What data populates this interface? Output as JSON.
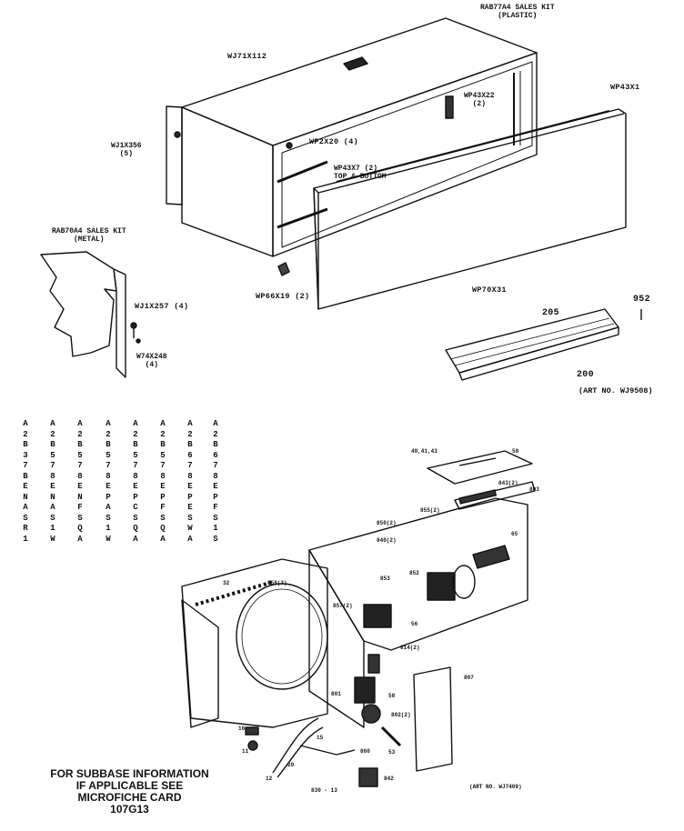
{
  "upper_labels": {
    "rab77a4_line1": "RAB77A4 SALES KIT",
    "rab77a4_line2": "(PLASTIC)",
    "wj71x112": "WJ71X112",
    "wp43x22_line1": "WP43X22",
    "wp43x22_line2": "(2)",
    "wp43x1": "WP43X1",
    "wj1x356_line1": "WJ1X356",
    "wj1x356_line2": "(5)",
    "wp2x20": "WP2X20 (4)",
    "wp43x7_line1": "WP43X7 (2)",
    "wp43x7_line2": "TOP & BOTTOM",
    "rab70a4_line1": "RAB70A4 SALES KIT",
    "rab70a4_line2": "(METAL)",
    "wp66x19": "WP66X19 (2)",
    "wp70x31": "WP70X31",
    "wj1x257": "WJ1X257 (4)",
    "w74x248_line1": "W74X248",
    "w74x248_line2": "(4)",
    "n952": "952",
    "n205": "205",
    "n200": "200",
    "art_upper": "(ART NO. WJ9508)"
  },
  "model_columns": [
    [
      "A",
      "2",
      "B",
      "3",
      "7",
      "B",
      "E",
      "N",
      "A",
      "S",
      "R",
      "1"
    ],
    [
      "A",
      "2",
      "B",
      "5",
      "7",
      "8",
      "E",
      "N",
      "A",
      "S",
      "1",
      "W"
    ],
    [
      "A",
      "2",
      "B",
      "5",
      "7",
      "8",
      "E",
      "N",
      "F",
      "S",
      "Q",
      "A"
    ],
    [
      "A",
      "2",
      "B",
      "5",
      "7",
      "8",
      "E",
      "P",
      "A",
      "S",
      "1",
      "W"
    ],
    [
      "A",
      "2",
      "B",
      "5",
      "7",
      "8",
      "E",
      "P",
      "C",
      "S",
      "Q",
      "A"
    ],
    [
      "A",
      "2",
      "B",
      "5",
      "7",
      "8",
      "E",
      "P",
      "F",
      "S",
      "Q",
      "A"
    ],
    [
      "A",
      "2",
      "B",
      "6",
      "7",
      "8",
      "E",
      "P",
      "E",
      "S",
      "W",
      "A"
    ],
    [
      "A",
      "2",
      "B",
      "6",
      "7",
      "8",
      "E",
      "P",
      "F",
      "S",
      "1",
      "S"
    ]
  ],
  "lower_labels": {
    "top_parts": "40,41,43",
    "p59": "59",
    "p843": "843(2)",
    "p803": "803",
    "p855a": "855(2)",
    "p850": "850(2)",
    "p840": "840(2)",
    "p65": "65",
    "p858": "858(3)",
    "p853": "853",
    "p852": "852",
    "p32": "32",
    "p857": "857(2)",
    "p56": "56",
    "p814": "814(2)",
    "p807": "807",
    "p58": "58",
    "p801": "801",
    "p802": "802(2)",
    "p53": "53",
    "p16": "16",
    "p20": "20",
    "p15": "15",
    "p860": "860",
    "p842": "842",
    "p12": "12",
    "p11": "11",
    "p830": "830 - 13",
    "art_lower": "(ART NO. WJ7409)"
  },
  "footer": {
    "line1": "FOR SUBBASE INFORMATION",
    "line2": "IF APPLICABLE SEE",
    "line3": "MICROFICHE CARD",
    "line4": "107G13"
  }
}
